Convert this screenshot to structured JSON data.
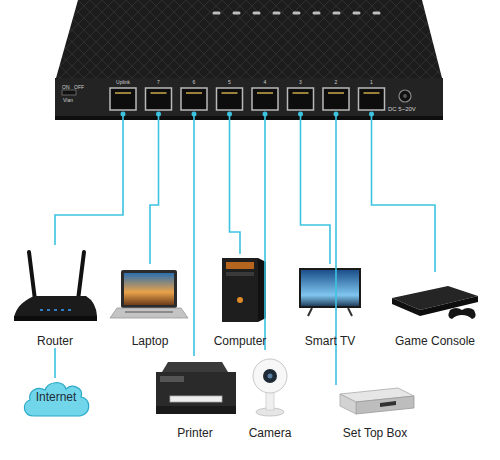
{
  "diagram": {
    "nodes": [
      {
        "text": [
          "ON",
          "OFF",
          "Vlan",
          "DC 5~20V"
        ]
      },
      {
        "text": [
          "Uplink"
        ],
        "in": 0
      },
      {
        "text": [
          "7"
        ],
        "in": 0
      },
      {
        "text": [
          "6"
        ],
        "in": 0
      },
      {
        "text": [
          "5"
        ],
        "in": 0
      },
      {
        "text": [
          "4"
        ],
        "in": 0
      },
      {
        "text": [
          "3"
        ],
        "in": 0
      },
      {
        "text": [
          "2"
        ],
        "in": 0
      },
      {
        "text": [
          "1"
        ],
        "in": 0
      },
      {
        "text": [
          "Router"
        ]
      },
      {
        "text": [
          "Laptop"
        ]
      },
      {
        "text": [
          "Computer"
        ]
      },
      {
        "text": [
          "Smart TV"
        ]
      },
      {
        "text": [
          "Game Console"
        ]
      },
      {
        "text": [
          "Internet"
        ]
      },
      {
        "text": [
          "Printer"
        ]
      },
      {
        "text": [
          "Camera"
        ]
      },
      {
        "text": [
          "Set Top Box"
        ]
      }
    ],
    "edges": [
      {
        "from": 1,
        "to": 9,
        "arrow": "none"
      },
      {
        "from": 2,
        "to": 10,
        "arrow": "none"
      },
      {
        "from": 3,
        "to": 15,
        "arrow": "none"
      },
      {
        "from": 4,
        "to": 11,
        "arrow": "none"
      },
      {
        "from": 5,
        "to": 16,
        "arrow": "none"
      },
      {
        "from": 6,
        "to": 12,
        "arrow": "none"
      },
      {
        "from": 7,
        "to": 17,
        "arrow": "none"
      },
      {
        "from": 8,
        "to": 13,
        "arrow": "none"
      },
      {
        "from": 9,
        "to": 14,
        "arrow": "none"
      }
    ]
  }
}
